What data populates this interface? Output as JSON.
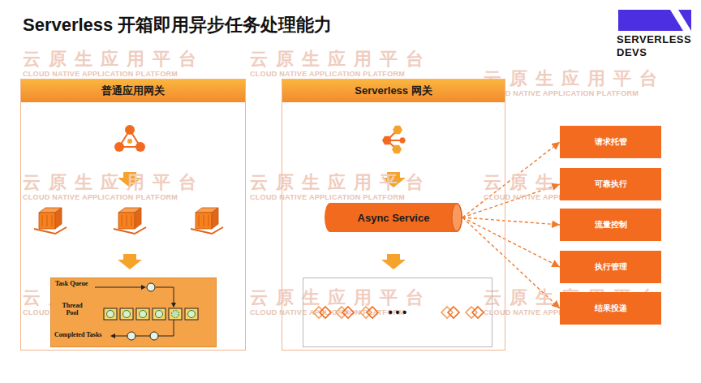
{
  "diagram": {
    "title": "Serverless 开箱即用异步任务处理能力",
    "nodes": [
      {
        "text": [
          "普通应用网关"
        ]
      },
      {
        "text": [
          "Task Queue",
          "Thread Pool",
          "Completed Tasks"
        ],
        "in": 0
      },
      {
        "text": [
          "Serverless 网关"
        ]
      },
      {
        "text": [
          "Async Service"
        ],
        "in": 2
      },
      {
        "text": [
          "• • •"
        ],
        "in": 2
      },
      {
        "text": [
          "请求托管"
        ]
      },
      {
        "text": [
          "可靠执行"
        ]
      },
      {
        "text": [
          "流量控制"
        ]
      },
      {
        "text": [
          "执行管理"
        ]
      },
      {
        "text": [
          "结果投递"
        ]
      }
    ],
    "edges": [
      {
        "from": 3,
        "to": 5,
        "arrow": "to"
      },
      {
        "from": 3,
        "to": 6,
        "arrow": "to"
      },
      {
        "from": 3,
        "to": 7,
        "arrow": "to"
      },
      {
        "from": 3,
        "to": 8,
        "arrow": "to"
      },
      {
        "from": 3,
        "to": 9,
        "arrow": "to"
      }
    ],
    "labels": [
      "SERVERLESS",
      "DEVS",
      "云原生应用平台",
      "CLOUD NATIVE APPLICATION PLATFORM",
      "云原生应用平台",
      "CLOUD NATIVE APPLICATION PLATFORM",
      "云原生应用平台",
      "CLOUD NATIVE APPLICATION PLATFORM",
      "云原生应用平台",
      "CLOUD NATIVE APPLICATION PLATFORM",
      "云原生应用平台",
      "CLOUD NATIVE APPLICATION PLATFORM",
      "云原生应用平台",
      "CLOUD NATIVE APPLICATION PLATFORM",
      "云原生应用平台",
      "CLOUD NATIVE APPLICATION PLATFORM",
      "云原生应用平台",
      "CLOUD NATIVE APPLICATION PLATFORM",
      "云原生应用平台",
      "CLOUD NATIVE APPLICATION PLATFORM"
    ]
  }
}
